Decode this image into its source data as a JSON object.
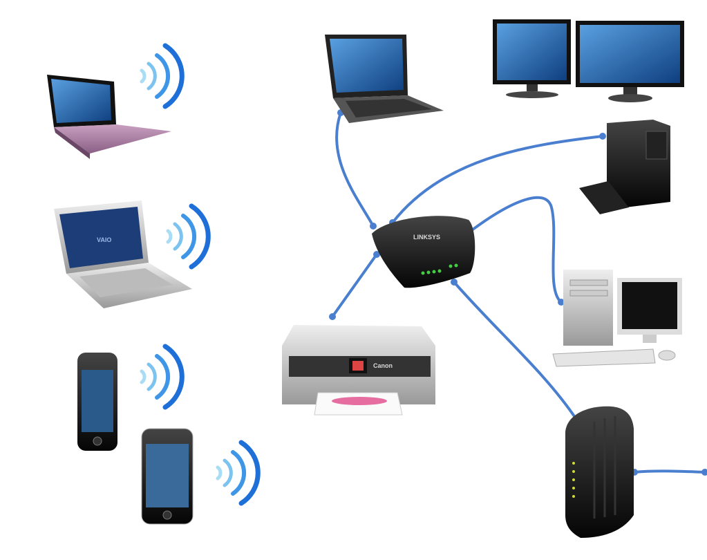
{
  "diagram": {
    "colors": {
      "link": "#4a7fd0",
      "wifi": "#1f7fe0",
      "router": "#111111",
      "screen": "#1b5fa8"
    },
    "devices": [
      {
        "id": "wireless-netbook",
        "connection": "wifi"
      },
      {
        "id": "wireless-laptop",
        "connection": "wifi",
        "logo": "VAIO"
      },
      {
        "id": "smartphone-1",
        "connection": "wifi"
      },
      {
        "id": "smartphone-2",
        "connection": "wifi"
      },
      {
        "id": "wired-laptop",
        "connection": "ethernet"
      },
      {
        "id": "dual-monitors",
        "connection": "none"
      },
      {
        "id": "tower-pc",
        "connection": "ethernet"
      },
      {
        "id": "desktop-pc",
        "connection": "ethernet"
      },
      {
        "id": "printer",
        "connection": "ethernet",
        "logo": "Canon"
      },
      {
        "id": "cable-modem",
        "connection": "ethernet"
      },
      {
        "id": "router",
        "connection": "hub",
        "logo": "LINKSYS"
      }
    ]
  }
}
